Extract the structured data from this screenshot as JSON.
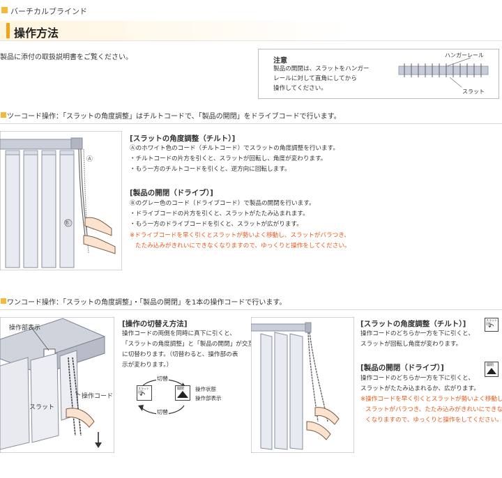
{
  "header": {
    "category": "バーチカルブラインド",
    "title": "操作方法"
  },
  "intro": "製品に添付の取扱説明書をご覧ください。",
  "notice": {
    "title": "注意",
    "lines": [
      "製品の開閉は、スラットをハンガー",
      "レールに対して直角にしてから",
      "操作してください。"
    ],
    "label_rail": "ハンガーレール",
    "label_slat": "スラット"
  },
  "two_cord": {
    "section_title": "ツーコード操作：「スラットの角度調整」はチルトコードで、「製品の開閉」をドライブコードで行います。",
    "marker_a": "Ⓐ",
    "marker_b": "Ⓑ",
    "tilt": {
      "heading": "[スラットの角度調整（チルト）]",
      "lines": [
        "Ⓐのホワイト色のコード（チルトコード）でスラットの角度調整を行います。",
        "・チルトコードの片方を引くと、スラットが回転し、角度が変わります。",
        "・もう一方のチルトコードを引くと、逆方向に回転します。"
      ]
    },
    "drive": {
      "heading": "[製品の開閉（ドライブ）]",
      "lines": [
        "Ⓑのグレー色のコード（ドライブコード）で製品の開閉を行います。",
        "・ドライブコードの片方を引くと、スラットがたたみ込まれます。",
        "・もう一方のドライブコードを引くと、スラットが広がります。"
      ],
      "warning": [
        "※ドライブコードを早く引くとスラットが勢いよく移動し、スラットがバラつき、",
        "たたみ込みがきれいにできなくなりますので、ゆっくりと操作をしてください。"
      ]
    }
  },
  "one_cord": {
    "section_title": "ワンコード操作：「スラットの角度調整」・「製品の開閉」を1本の操作コードで行います。",
    "diagram_labels": {
      "control_display": "操作部表示",
      "slat": "スラット",
      "operation_cord": "操作コード"
    },
    "switch": {
      "heading": "[操作の切替え方法]",
      "lines": [
        "操作コードの両側を同時に真下に引くと、",
        "「スラットの角度調整」と「製品の開閉」が交互",
        "に切替わります。（切替わると、操作部の表",
        "示が変わります。）"
      ],
      "cycle_label": "切替",
      "tilt_mode": "スラット回転",
      "drive_mode": "開閉",
      "legend_state": "操作状態",
      "legend_display": "操作部表示"
    },
    "tilt": {
      "heading": "[スラットの角度調整（チルト）]",
      "lines": [
        "操作コードのどちらか一方を下に引くと、",
        "スラットが回転し角度が変わります。"
      ],
      "icon_label": "スラット回転"
    },
    "drive": {
      "heading": "[製品の開閉（ドライブ）]",
      "lines": [
        "操作コードのどちらか一方を下に引くと、",
        "スラットがたたみ込まれるか、広がります。"
      ],
      "icon_label": "開閉",
      "warning": [
        "※操作コードを早く引くとスラットが勢いよく移動し、",
        "スラットがバラつき、たたみ込みがきれいにできな",
        "くなりますので、ゆっくりと操作をしてください。"
      ]
    }
  },
  "colors": {
    "accent": "#f5b93a",
    "warning": "#e8581a",
    "slat": "#e6e9ef",
    "rail": "#b8bcc7"
  }
}
